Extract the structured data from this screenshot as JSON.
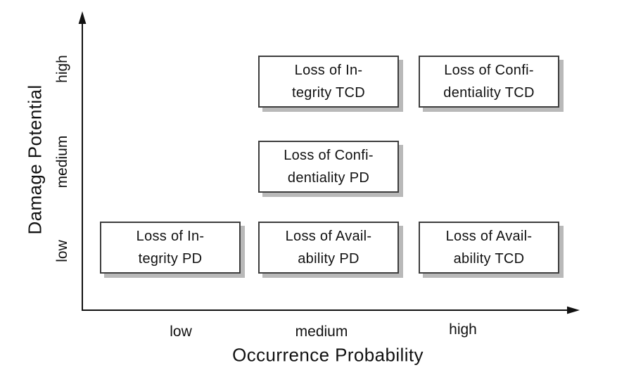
{
  "chart_data": {
    "type": "scatter",
    "title": "",
    "xlabel": "Occurrence Probability",
    "ylabel": "Damage Potential",
    "x_categories": [
      "low",
      "medium",
      "high"
    ],
    "y_categories": [
      "low",
      "medium",
      "high"
    ],
    "grid": false,
    "legend": false,
    "style": "qualitative risk matrix; labeled rectangular boxes with gray drop shadows placed at category coordinates; both axes drawn as black arrows",
    "points": [
      {
        "label": "Loss of Integrity TCD",
        "x": "medium",
        "y": "high"
      },
      {
        "label": "Loss of Confidentiality TCD",
        "x": "high",
        "y": "high"
      },
      {
        "label": "Loss of Confidentiality PD",
        "x": "medium",
        "y": "medium"
      },
      {
        "label": "Loss of Integrity PD",
        "x": "low",
        "y": "low"
      },
      {
        "label": "Loss of Availability PD",
        "x": "medium",
        "y": "low"
      },
      {
        "label": "Loss of Availability TCD",
        "x": "high",
        "y": "low"
      }
    ]
  },
  "axes": {
    "xlabel": "Occurrence Probability",
    "ylabel": "Damage Potential",
    "x_ticks": [
      "low",
      "medium",
      "high"
    ],
    "y_ticks": [
      "low",
      "medium",
      "high"
    ]
  },
  "nodes": [
    {
      "line1": "Loss of In-",
      "line2": "tegrity TCD"
    },
    {
      "line1": "Loss of Confi-",
      "line2": "dentiality TCD"
    },
    {
      "line1": "Loss of Confi-",
      "line2": "dentiality PD"
    },
    {
      "line1": "Loss of In-",
      "line2": "tegrity PD"
    },
    {
      "line1": "Loss of Avail-",
      "line2": "ability PD"
    },
    {
      "line1": "Loss of Avail-",
      "line2": "ability TCD"
    }
  ],
  "colors": {
    "background": "#ffffff",
    "text": "#111111",
    "axis": "#111111",
    "box_border": "#3d3d3d",
    "box_fill": "#ffffff",
    "box_shadow": "#b9b9b9"
  }
}
